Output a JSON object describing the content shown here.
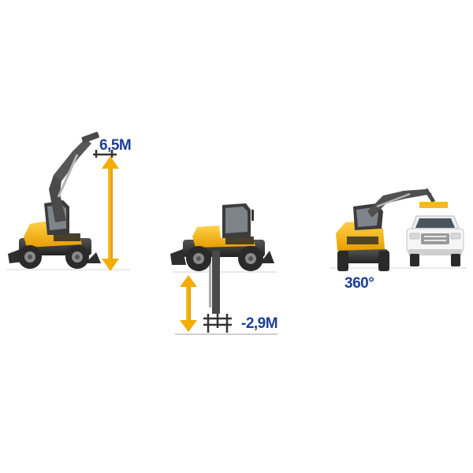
{
  "labels": {
    "max_height": "6,5M",
    "max_depth": "-2,9M",
    "rotation": "360°"
  },
  "colors": {
    "label_text": "#1b3f95",
    "arrow": "#f2ad00",
    "machine_yellow": "#f5b400",
    "machine_dark": "#3a3a3a",
    "machine_grey": "#7a7a7a",
    "truck_white": "#f4f4f4",
    "ground_line": "#cfcfcf"
  },
  "figures": [
    {
      "name": "excavator-boom-raised",
      "annotation": "max_height"
    },
    {
      "name": "excavator-digging-below-ground",
      "annotation": "max_depth"
    },
    {
      "name": "excavator-loading-pickup-truck",
      "annotation": "rotation"
    }
  ]
}
